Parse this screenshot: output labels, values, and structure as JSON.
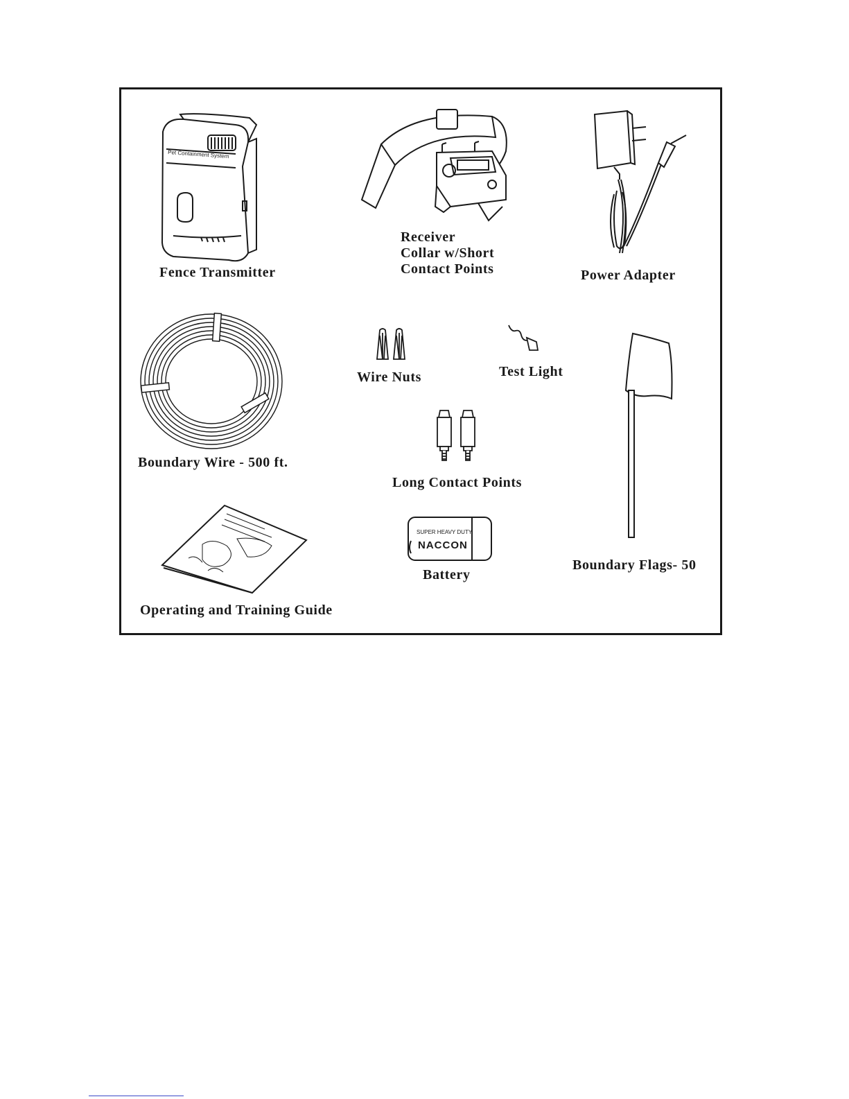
{
  "items": {
    "fence_transmitter": "Fence Transmitter",
    "receiver_collar": [
      "Receiver",
      "Collar w/Short",
      "Contact Points"
    ],
    "power_adapter": "Power  Adapter",
    "boundary_wire": "Boundary Wire - 500 ft.",
    "wire_nuts": "Wire Nuts",
    "test_light": "Test Light",
    "long_contact_points": "Long Contact Points",
    "boundary_flags": "Boundary Flags- 50",
    "operating_guide": "Operating and  Training Guide",
    "battery": "Battery"
  },
  "battery_print": {
    "top": "SUPER HEAVY DUTY",
    "brand": "NACCON"
  },
  "colors": {
    "ink": "#1a1a1a",
    "background": "#ffffff",
    "footer_rule": "#3a48c8"
  },
  "icons": [
    "fence-transmitter-icon",
    "receiver-collar-icon",
    "power-adapter-icon",
    "wire-coil-icon",
    "wire-nut-icon",
    "test-light-icon",
    "contact-point-icon",
    "flag-icon",
    "booklet-icon",
    "battery-icon"
  ]
}
